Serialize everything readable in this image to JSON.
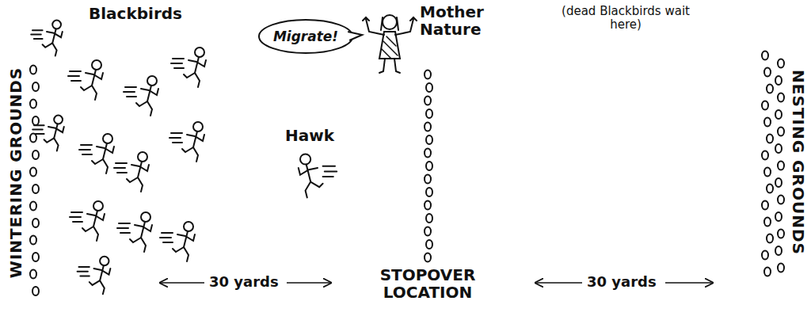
{
  "diagram": {
    "nodes": [
      {
        "text": [
          "Migrate!"
        ]
      }
    ],
    "labels": [
      "Blackbirds",
      "Mother Nature",
      "(dead Blackbirds wait here)",
      "Hawk",
      "WINTERING GROUNDS",
      "STOPOVER LOCATION",
      "NESTING GROUNDS",
      "30 yards",
      "30 yards"
    ]
  }
}
